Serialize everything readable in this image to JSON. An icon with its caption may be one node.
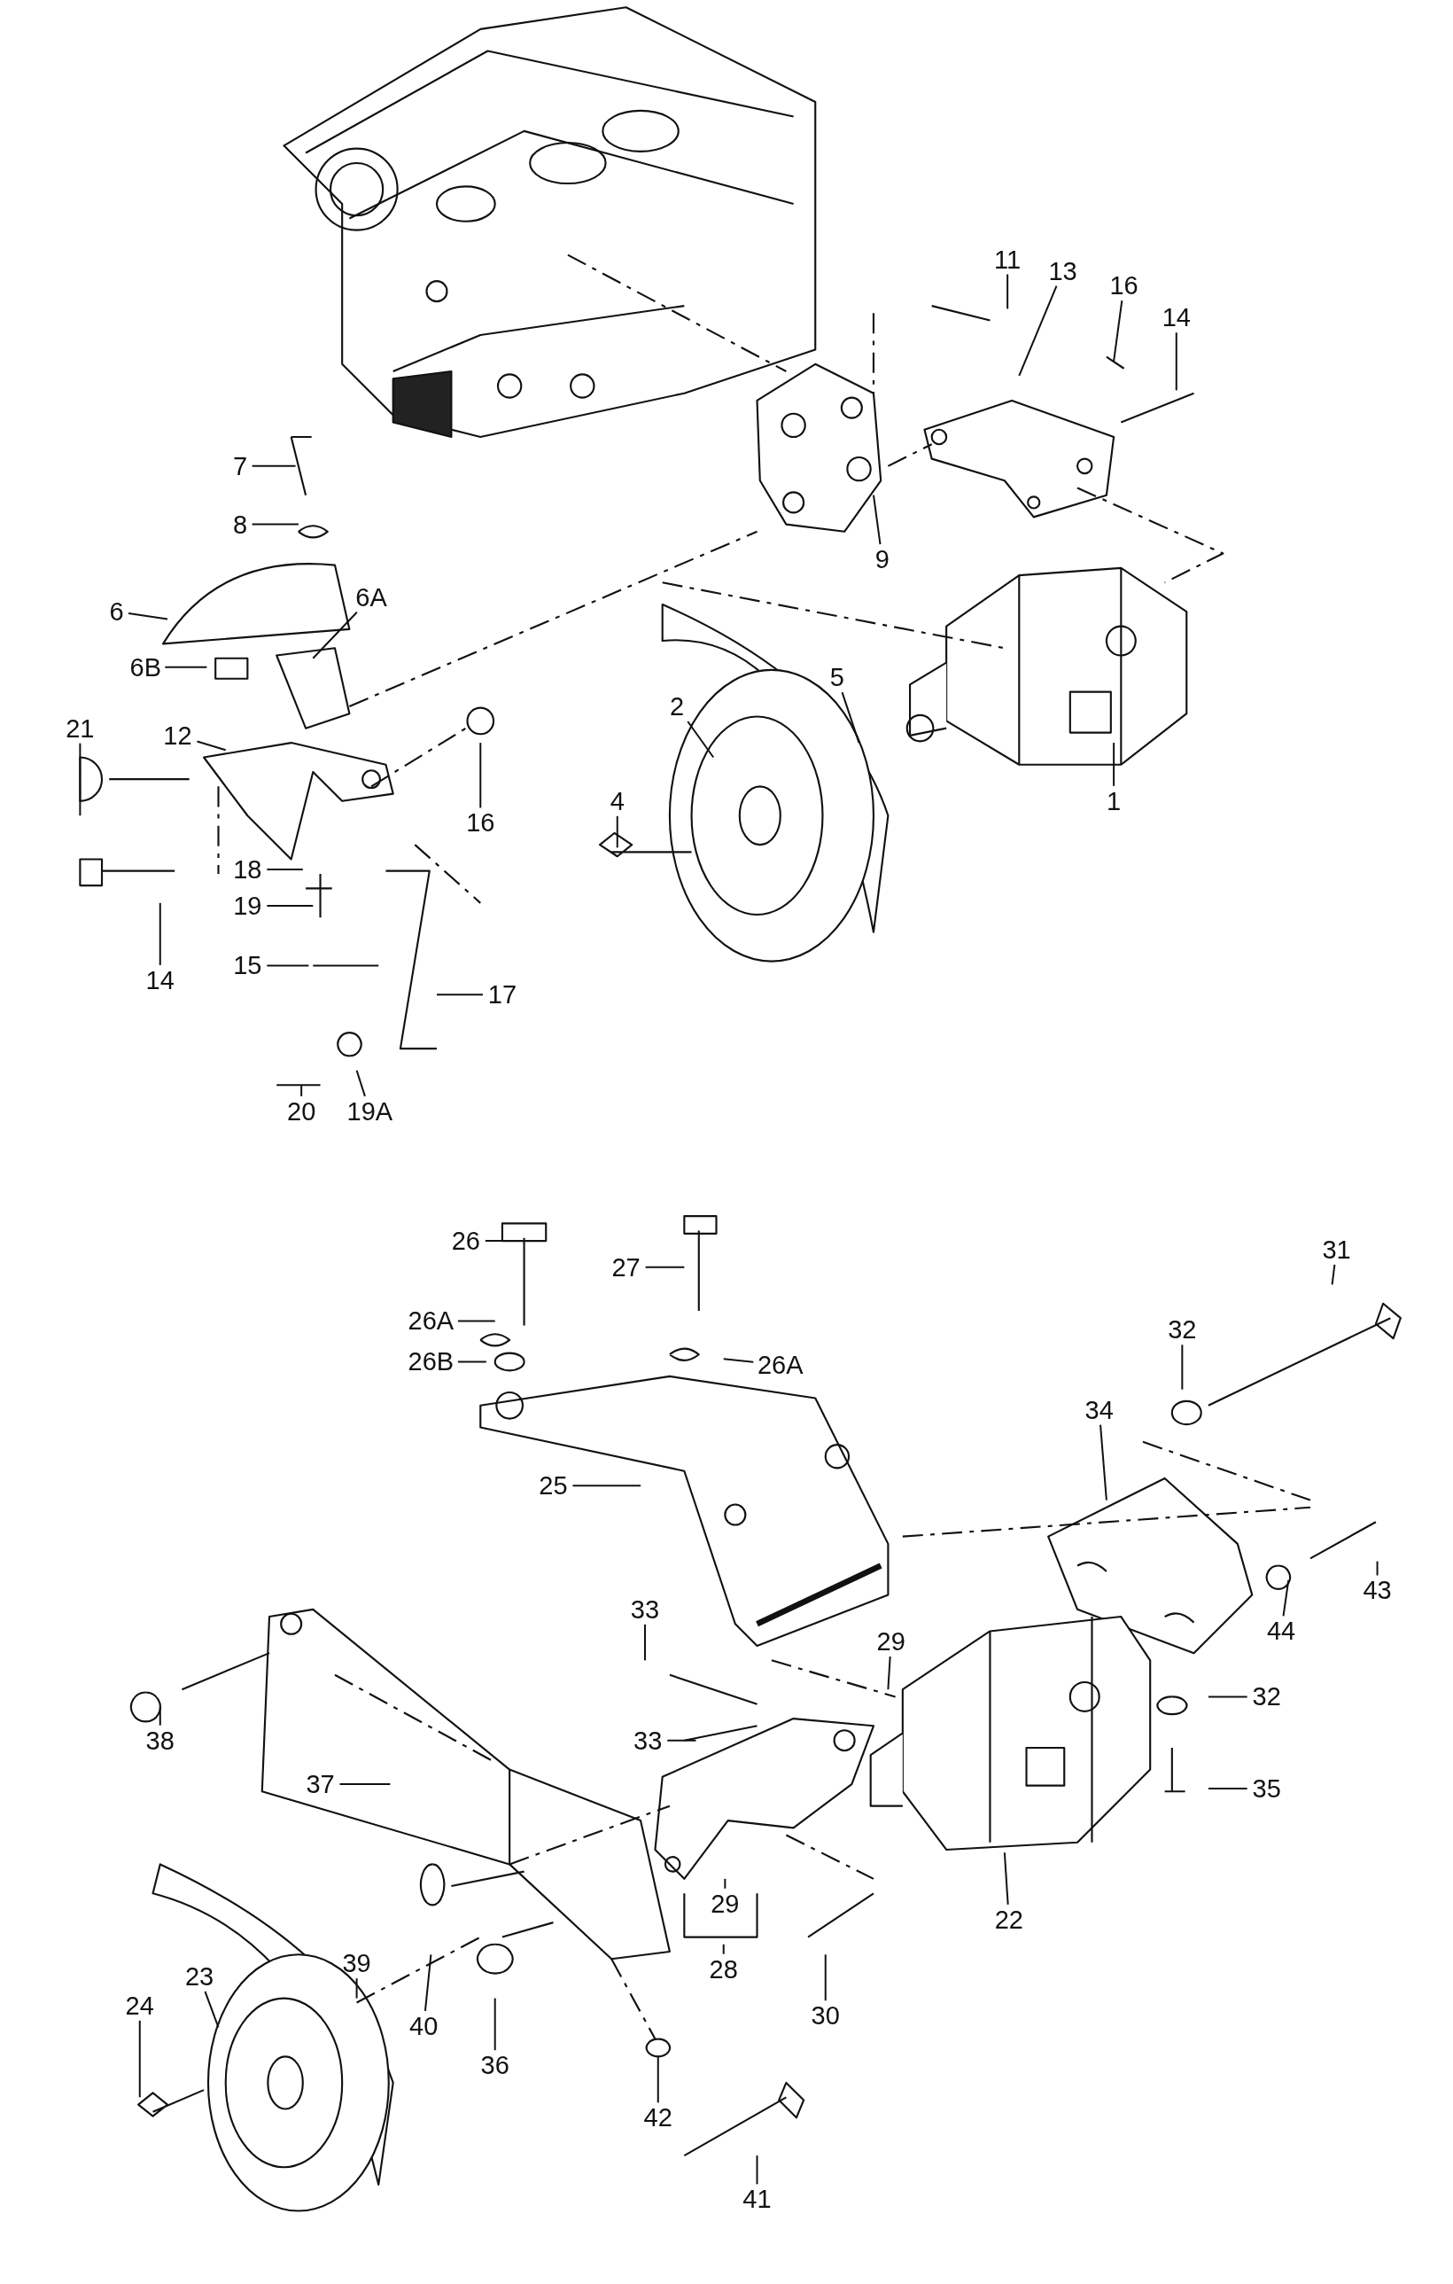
{
  "diagram": {
    "nodes": [
      {
        "text": [
          "11"
        ]
      },
      {
        "text": [
          "13"
        ]
      },
      {
        "text": [
          "16"
        ]
      },
      {
        "text": [
          "14"
        ]
      },
      {
        "text": [
          "7"
        ]
      },
      {
        "text": [
          "8"
        ]
      },
      {
        "text": [
          "9"
        ]
      },
      {
        "text": [
          "6"
        ]
      },
      {
        "text": [
          "6A"
        ]
      },
      {
        "text": [
          "6B"
        ]
      },
      {
        "text": [
          "12"
        ]
      },
      {
        "text": [
          "21"
        ]
      },
      {
        "text": [
          "16"
        ]
      },
      {
        "text": [
          "4"
        ]
      },
      {
        "text": [
          "2"
        ]
      },
      {
        "text": [
          "5"
        ]
      },
      {
        "text": [
          "1"
        ]
      },
      {
        "text": [
          "18"
        ]
      },
      {
        "text": [
          "19"
        ]
      },
      {
        "text": [
          "14"
        ]
      },
      {
        "text": [
          "15"
        ]
      },
      {
        "text": [
          "17"
        ]
      },
      {
        "text": [
          "20"
        ]
      },
      {
        "text": [
          "19A"
        ]
      },
      {
        "text": [
          "26"
        ]
      },
      {
        "text": [
          "27"
        ]
      },
      {
        "text": [
          "31"
        ]
      },
      {
        "text": [
          "32"
        ]
      },
      {
        "text": [
          "26A"
        ]
      },
      {
        "text": [
          "26B"
        ]
      },
      {
        "text": [
          "26A"
        ]
      },
      {
        "text": [
          "34"
        ]
      },
      {
        "text": [
          "25"
        ]
      },
      {
        "text": [
          "43"
        ]
      },
      {
        "text": [
          "44"
        ]
      },
      {
        "text": [
          "33"
        ]
      },
      {
        "text": [
          "29"
        ]
      },
      {
        "text": [
          "32"
        ]
      },
      {
        "text": [
          "38"
        ]
      },
      {
        "text": [
          "33"
        ]
      },
      {
        "text": [
          "35"
        ]
      },
      {
        "text": [
          "37"
        ]
      },
      {
        "text": [
          "29"
        ]
      },
      {
        "text": [
          "22"
        ]
      },
      {
        "text": [
          "28"
        ]
      },
      {
        "text": [
          "39"
        ]
      },
      {
        "text": [
          "30"
        ]
      },
      {
        "text": [
          "23"
        ]
      },
      {
        "text": [
          "24"
        ]
      },
      {
        "text": [
          "40"
        ]
      },
      {
        "text": [
          "36"
        ]
      },
      {
        "text": [
          "42"
        ]
      },
      {
        "text": [
          "41"
        ]
      }
    ],
    "edges": [
      {
        "from": 0,
        "to": null,
        "arrow": "none"
      },
      {
        "from": 1,
        "to": null,
        "arrow": "none"
      },
      {
        "from": 2,
        "to": null,
        "arrow": "none"
      },
      {
        "from": 3,
        "to": null,
        "arrow": "none"
      },
      {
        "from": 4,
        "to": null,
        "arrow": "none"
      },
      {
        "from": 5,
        "to": null,
        "arrow": "none"
      },
      {
        "from": 6,
        "to": null,
        "arrow": "none"
      },
      {
        "from": 7,
        "to": null,
        "arrow": "none"
      },
      {
        "from": 8,
        "to": null,
        "arrow": "none"
      },
      {
        "from": 9,
        "to": null,
        "arrow": "none"
      },
      {
        "from": 10,
        "to": null,
        "arrow": "none"
      },
      {
        "from": 11,
        "to": null,
        "arrow": "none"
      },
      {
        "from": 12,
        "to": null,
        "arrow": "none"
      },
      {
        "from": 13,
        "to": null,
        "arrow": "none"
      },
      {
        "from": 14,
        "to": null,
        "arrow": "none"
      },
      {
        "from": 15,
        "to": null,
        "arrow": "none"
      },
      {
        "from": 16,
        "to": null,
        "arrow": "none"
      },
      {
        "from": 17,
        "to": null,
        "arrow": "none"
      },
      {
        "from": 18,
        "to": null,
        "arrow": "none"
      },
      {
        "from": 19,
        "to": null,
        "arrow": "none"
      },
      {
        "from": 20,
        "to": null,
        "arrow": "none"
      },
      {
        "from": 21,
        "to": null,
        "arrow": "none"
      },
      {
        "from": 22,
        "to": null,
        "arrow": "none"
      },
      {
        "from": 23,
        "to": null,
        "arrow": "none"
      },
      {
        "from": 24,
        "to": null,
        "arrow": "none"
      },
      {
        "from": 25,
        "to": null,
        "arrow": "none"
      },
      {
        "from": 26,
        "to": null,
        "arrow": "none"
      },
      {
        "from": 27,
        "to": null,
        "arrow": "none"
      },
      {
        "from": 28,
        "to": null,
        "arrow": "none"
      },
      {
        "from": 29,
        "to": null,
        "arrow": "none"
      },
      {
        "from": 30,
        "to": null,
        "arrow": "none"
      },
      {
        "from": 31,
        "to": null,
        "arrow": "none"
      },
      {
        "from": 32,
        "to": null,
        "arrow": "none"
      },
      {
        "from": 33,
        "to": null,
        "arrow": "none"
      },
      {
        "from": 34,
        "to": null,
        "arrow": "none"
      },
      {
        "from": 35,
        "to": null,
        "arrow": "none"
      },
      {
        "from": 36,
        "to": null,
        "arrow": "none"
      },
      {
        "from": 37,
        "to": null,
        "arrow": "none"
      },
      {
        "from": 38,
        "to": null,
        "arrow": "none"
      },
      {
        "from": 39,
        "to": null,
        "arrow": "none"
      },
      {
        "from": 40,
        "to": null,
        "arrow": "none"
      },
      {
        "from": 41,
        "to": null,
        "arrow": "none"
      },
      {
        "from": 42,
        "to": null,
        "arrow": "none"
      },
      {
        "from": 43,
        "to": null,
        "arrow": "none"
      },
      {
        "from": 44,
        "to": null,
        "arrow": "none"
      },
      {
        "from": 45,
        "to": null,
        "arrow": "none"
      },
      {
        "from": 46,
        "to": null,
        "arrow": "none"
      },
      {
        "from": 47,
        "to": null,
        "arrow": "none"
      },
      {
        "from": 48,
        "to": null,
        "arrow": "none"
      },
      {
        "from": 49,
        "to": null,
        "arrow": "none"
      },
      {
        "from": 50,
        "to": null,
        "arrow": "none"
      },
      {
        "from": 51,
        "to": null,
        "arrow": "none"
      },
      {
        "from": 52,
        "to": null,
        "arrow": "none"
      }
    ]
  }
}
